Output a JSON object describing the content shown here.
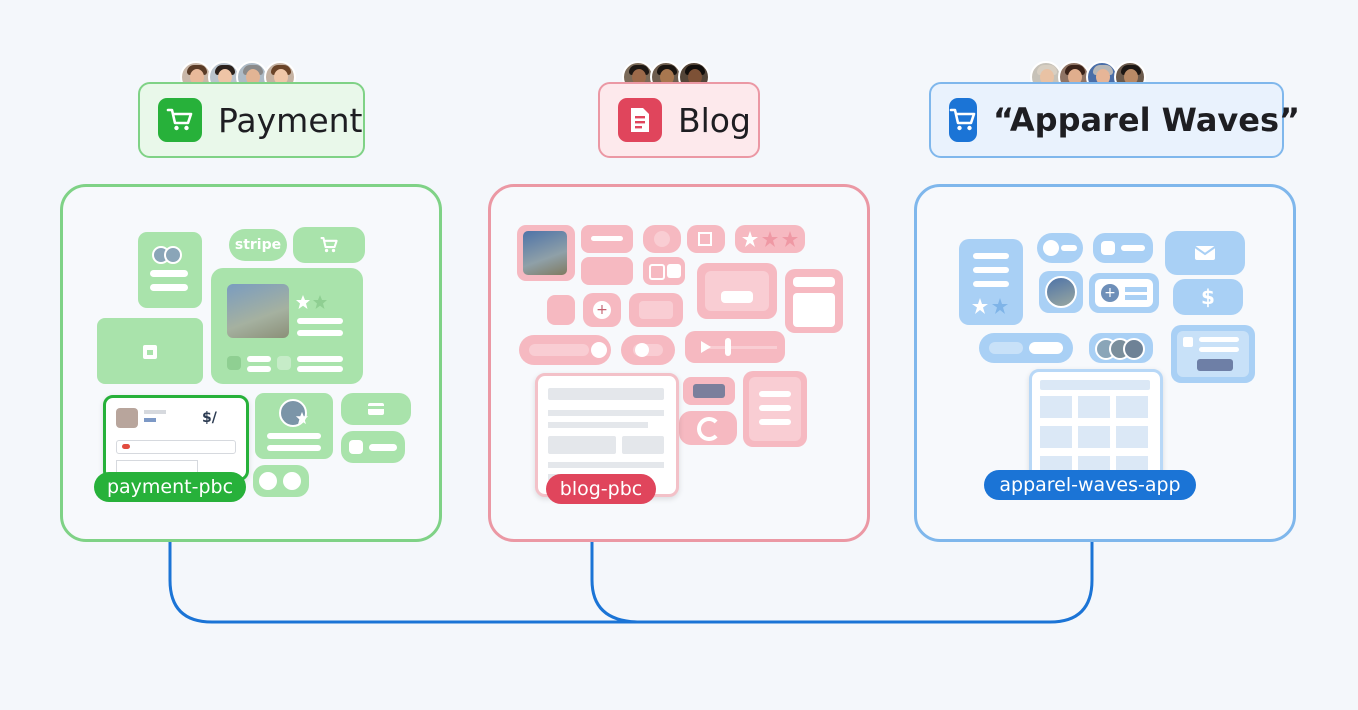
{
  "teams": [
    {
      "name": "Payment",
      "tag": "payment-pbc",
      "color": "#27b13a",
      "icon": "cart-icon"
    },
    {
      "name": "Blog",
      "tag": "blog-pbc",
      "color": "#e0455c",
      "icon": "document-icon"
    },
    {
      "name": "“Apparel Waves”",
      "tag": "apparel-waves-app",
      "color": "#1b74d6",
      "icon": "cart-icon"
    }
  ],
  "payment_panel": {
    "stripe_label": "stripe",
    "currency_label": "$/"
  },
  "blue_panel": {
    "dollar_label": "$"
  },
  "colors": {
    "green": "#27b13a",
    "green_border": "#7fd286",
    "green_tile": "#a9e3ab",
    "pink": "#e0455c",
    "pink_border": "#eb98a4",
    "pink_tile": "#f6b9c1",
    "blue": "#1b74d6",
    "blue_border": "#7fb7ec",
    "blue_tile": "#a9d0f5",
    "arrow": "#1b74d6"
  }
}
